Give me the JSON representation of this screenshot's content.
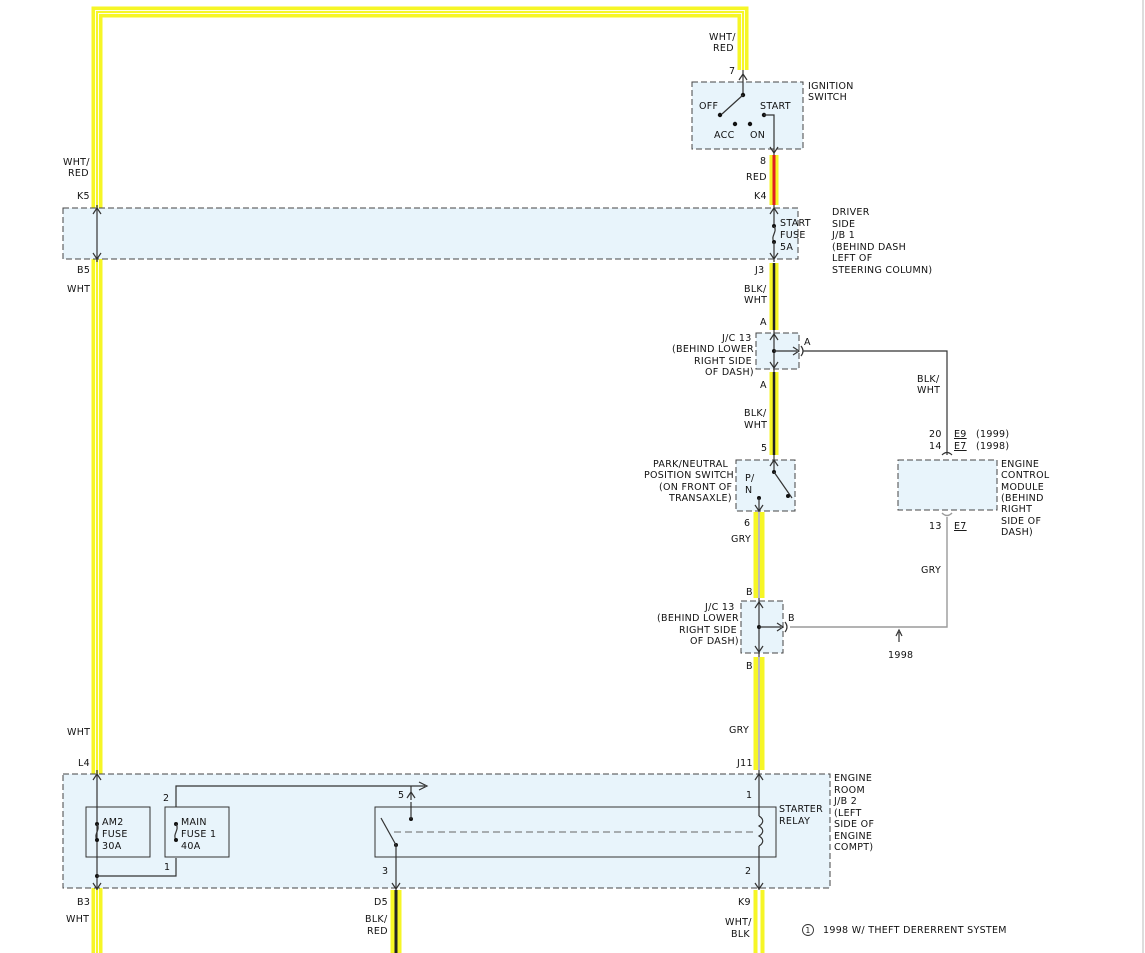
{
  "ignition_switch": {
    "name_line1": "IGNITION",
    "name_line2": "SWITCH",
    "pos_off": "OFF",
    "pos_acc": "ACC",
    "pos_on": "ON",
    "pos_start": "START",
    "pin_in": "7",
    "pin_out": "8"
  },
  "wires": {
    "top_right_color_1": "WHT/",
    "top_right_color_2": "RED",
    "left_top_color_1": "WHT/",
    "left_top_color_2": "RED",
    "red_color": "RED",
    "left_wht_1": "WHT",
    "blk_wht_a_1": "BLK/",
    "blk_wht_a_2": "WHT",
    "blk_wht_b_1": "BLK/",
    "blk_wht_b_2": "WHT",
    "ecm_blk_wht_1": "BLK/",
    "ecm_blk_wht_2": "WHT",
    "gry_1": "GRY",
    "gry_ecm": "GRY",
    "gry_2": "GRY",
    "left_wht_2": "WHT",
    "bottom_left_wht": "WHT",
    "bottom_mid_1": "BLK/",
    "bottom_mid_2": "RED",
    "bottom_right_1": "WHT/",
    "bottom_right_2": "BLK"
  },
  "connectors": {
    "k5": "K5",
    "k4": "K4",
    "b5": "B5",
    "j3": "J3",
    "a_top": "A",
    "a_right": "A",
    "a_bottom": "A",
    "pin5": "5",
    "pin6": "6",
    "b_top": "B",
    "b_right": "B",
    "b_bottom": "B",
    "l4": "L4",
    "j11": "J11",
    "b3": "B3",
    "d5": "D5",
    "k9": "K9",
    "ecm_pin20": "20",
    "ecm_e9": "E9",
    "ecm_1999": "(1999)",
    "ecm_pin14": "14",
    "ecm_e7": "E7",
    "ecm_1998": "(1998)",
    "ecm_pin13": "13",
    "ecm_e7b": "E7"
  },
  "driver_jb": {
    "fuse_line1": "START",
    "fuse_line2": "FUSE",
    "fuse_line3": "5A",
    "label": [
      "DRIVER",
      "SIDE",
      "J/B 1",
      "(BEHIND DASH",
      "LEFT OF",
      "STEERING COLUMN)"
    ]
  },
  "jc13_top": {
    "label": [
      "J/C 13",
      "(BEHIND LOWER",
      "RIGHT SIDE",
      "OF DASH)"
    ]
  },
  "jc13_bottom": {
    "label": [
      "J/C 13",
      "(BEHIND LOWER",
      "RIGHT SIDE",
      "OF DASH)"
    ]
  },
  "pn_switch": {
    "inner_1": "P/",
    "inner_2": "N",
    "label": [
      "PARK/NEUTRAL",
      "POSITION SWITCH",
      "(ON FRONT OF",
      "TRANSAXLE)"
    ]
  },
  "ecm": {
    "label": [
      "ENGINE",
      "CONTROL",
      "MODULE",
      "(BEHIND",
      "RIGHT",
      "SIDE OF",
      "DASH)"
    ]
  },
  "note_1998": "1998",
  "engine_jb": {
    "label": [
      "ENGINE",
      "ROOM",
      "J/B 2",
      "(LEFT",
      "SIDE OF",
      "ENGINE",
      "COMPT)"
    ],
    "am2": [
      "AM2",
      "FUSE",
      "30A"
    ],
    "main": [
      "MAIN",
      "FUSE 1",
      "40A"
    ],
    "main_pin2": "2",
    "main_pin1": "1",
    "relay_pin5": "5",
    "relay_pin1": "1",
    "relay_pin3": "3",
    "relay_pin2": "2",
    "relay_1": "STARTER",
    "relay_2": "RELAY"
  },
  "footnote": {
    "marker": "1",
    "text": "1998 W/ THEFT DERERRENT SYSTEM"
  },
  "colors": {
    "highlight": "#f6f626",
    "red_wire": "#e02020",
    "box_fill": "#e8f4fb"
  }
}
